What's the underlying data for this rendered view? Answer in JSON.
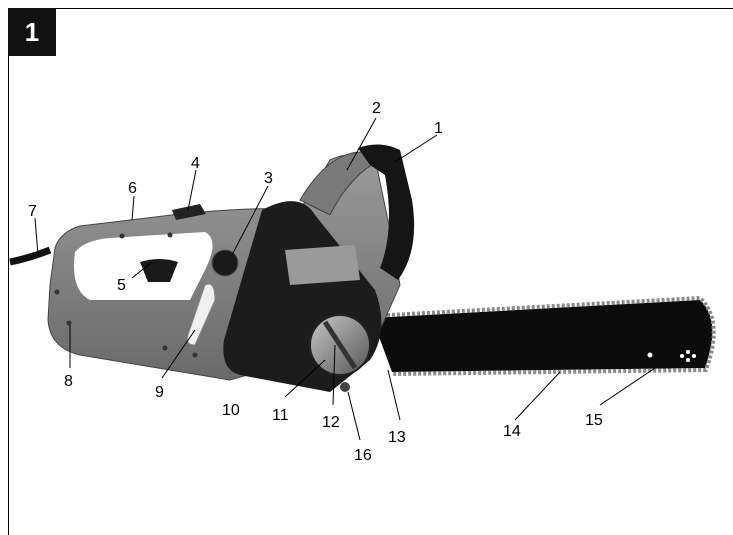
{
  "figure_number": "1",
  "callouts": [
    {
      "label": "1"
    },
    {
      "label": "2"
    },
    {
      "label": "3"
    },
    {
      "label": "4"
    },
    {
      "label": "5"
    },
    {
      "label": "6"
    },
    {
      "label": "7"
    },
    {
      "label": "8"
    },
    {
      "label": "9"
    },
    {
      "label": "10"
    },
    {
      "label": "11"
    },
    {
      "label": "12"
    },
    {
      "label": "13"
    },
    {
      "label": "14"
    },
    {
      "label": "15"
    },
    {
      "label": "16"
    }
  ]
}
